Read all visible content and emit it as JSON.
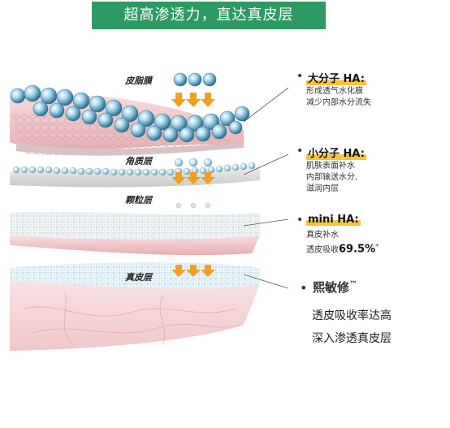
{
  "banner": "超高渗透力，直达真皮层",
  "layers": {
    "sebum": "皮脂膜",
    "cuticle": "角质层",
    "granular": "颗粒层",
    "dermis": "真皮层"
  },
  "annotations": [
    {
      "title": "大分子 HA:",
      "lines": [
        "形成透气水化膜",
        "减少内部水分流失"
      ]
    },
    {
      "title": "小分子 HA:",
      "lines": [
        "肌肤表面补水",
        "内部输送水分,",
        "滋润内层"
      ]
    },
    {
      "title": "mini HA:",
      "lines": [
        "真皮补水",
        "透皮吸收"
      ],
      "percent": "69.5%",
      "mark": "*"
    }
  ],
  "brand": {
    "name": "熙敏修",
    "tm": "™"
  },
  "claims": [
    "透皮吸收率达高",
    "深入渗透真皮层"
  ],
  "colors": {
    "banner": "#2e9a63",
    "highlight": "#f5c542",
    "arrow": "#f0a020"
  }
}
